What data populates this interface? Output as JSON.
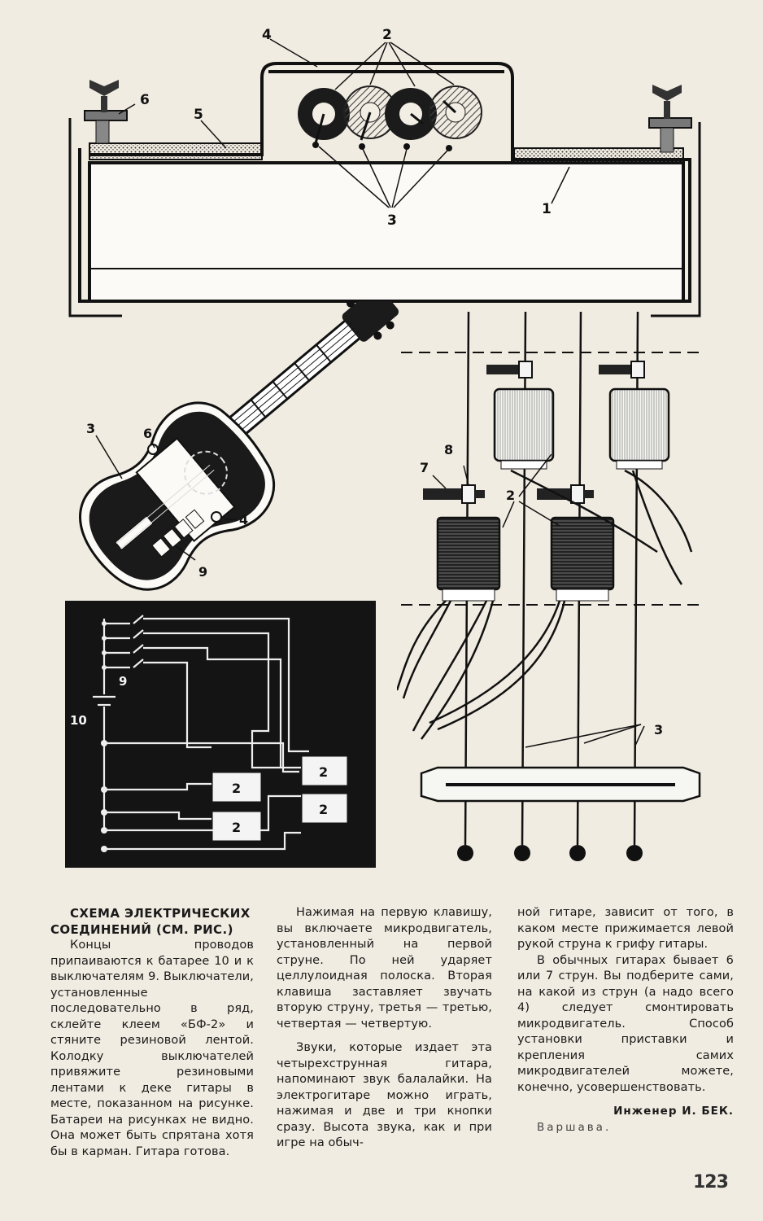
{
  "figure_callouts": {
    "top": {
      "body": "1",
      "coils": "2",
      "strings": "3",
      "frame": "4",
      "pad": "5",
      "clamp": "6"
    },
    "guitar": {
      "strings": "3",
      "switches": "9",
      "clamp": "6",
      "frame": "4"
    },
    "schematic": {
      "switches": "9",
      "battery": "10",
      "motor": "2"
    },
    "detail": {
      "screw": "7",
      "clamp": "8",
      "motors": "2",
      "strings": "3"
    }
  },
  "article": {
    "heading": "СХЕМА ЭЛЕКТРИЧЕСКИХ СОЕДИНЕНИЙ (см. рис.)",
    "col1_p1": "Концы проводов припаиваются к батарее 10 и к выключателям 9. Выключатели, установленные последовательно в ряд, склейте клеем «БФ-2» и стяните резиновой лентой. Колодку выключателей привяжите резиновыми лентами к деке гитары в месте, показанном на рисунке. Батареи на рисунках не видно. Она может быть спрятана хотя бы в карман. Гитара готова.",
    "col2_p1": "Нажимая на первую клавишу, вы включаете микродвигатель, установленный на первой струне. По ней ударяет целлулоидная полоска. Вторая клавиша заставляет звучать вторую струну, третья — третью, четвертая — четвертую.",
    "col2_p2": "Звуки, которые издает эта четырехструнная гитара, напоминают звук балалайки. На электрогитаре можно играть, нажимая и две и три кнопки сразу. Высота звука, как и при игре на обыч-",
    "col3_p1": "ной гитаре, зависит от того, в каком месте прижимается левой рукой струна к грифу гитары.",
    "col3_p2": "В обычных гитарах бывает 6 или 7 струн. Вы подберите сами, на какой из струн (а надо всего 4) следует смонтировать микродвигатель. Способ установки приставки и крепления самих микродвигателей можете, конечно, усовершенствовать.",
    "signature": "Инженер И. БЕК.",
    "city": "Варшава."
  },
  "page_number": "123"
}
